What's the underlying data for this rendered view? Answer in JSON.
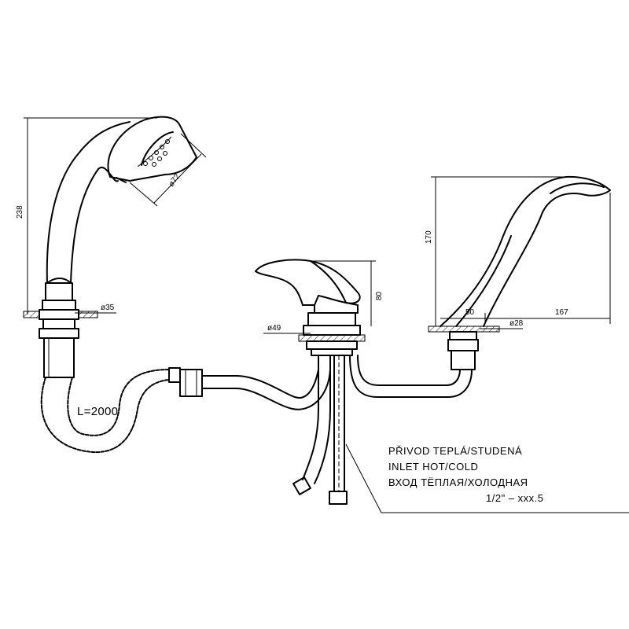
{
  "dimensions": {
    "handshower_height": "238",
    "shower_head_diameter": "ø72",
    "handshower_base_diameter": "ø35",
    "lever_height": "80",
    "mixer_base_diameter": "ø49",
    "spout_height": "170",
    "spout_projection_small": "50",
    "spout_projection": "167",
    "spout_base_diameter": "ø28"
  },
  "hose_length": "L=2000",
  "inlet_note": {
    "line_cz": "PŘIVOD TEPLÁ/STUDENÁ",
    "line_en": "INLET HOT/COLD",
    "line_ru": "ВХОД ТЁПЛАЯ/ХОЛОДНАЯ",
    "line_thread": "1/2\"  –  xxx.5"
  }
}
